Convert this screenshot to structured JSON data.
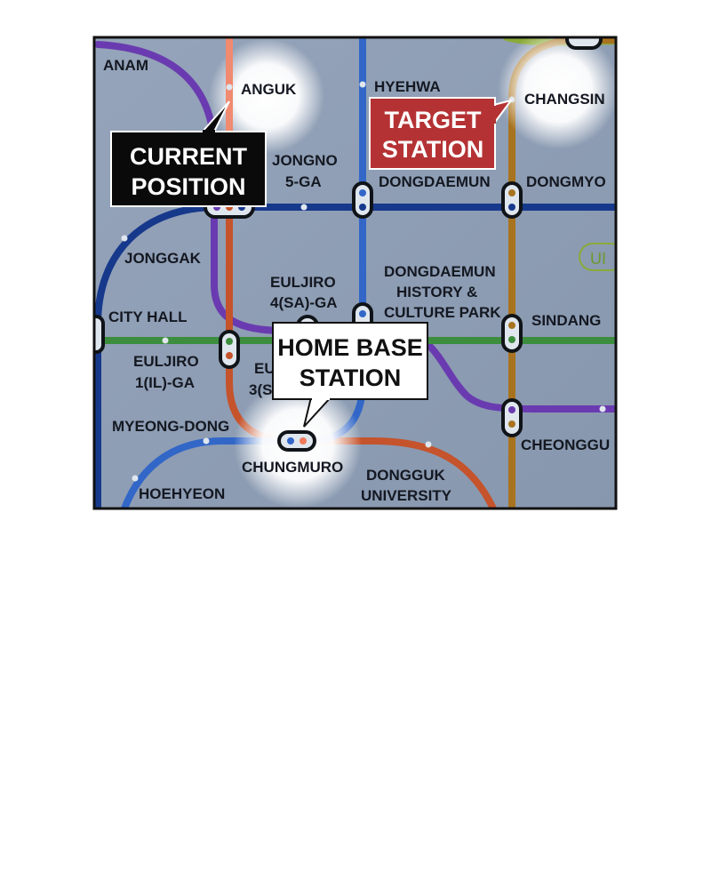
{
  "map": {
    "stations": {
      "anam": "ANAM",
      "anguk": "ANGUK",
      "hyehwa": "HYEHWA",
      "changsin": "CHANGSIN",
      "jongno_1": "JONGNO",
      "jongno_2": "5-GA",
      "dongdaemun": "DONGDAEMUN",
      "dongmyo": "DONGMYO",
      "jonggak": "JONGGAK",
      "euljiro4_1": "EULJIRO",
      "euljiro4_2": "4(SA)-GA",
      "ddp_1": "DONGDAEMUN",
      "ddp_2": "HISTORY &",
      "ddp_3": "CULTURE PARK",
      "city_hall": "CITY HALL",
      "sindang": "SINDANG",
      "euljiro1_1": "EULJIRO",
      "euljiro1_2": "1(IL)-GA",
      "euljiro3_1": "EU",
      "euljiro3_2": "3(S",
      "myeongdong": "MYEONG-DONG",
      "cheonggu": "CHEONGGU",
      "chungmuro": "CHUNGMURO",
      "dongguk_1": "DONGGUK",
      "dongguk_2": "UNIVERSITY",
      "hoehyeon": "HOEHYEON",
      "ui_badge": "UI"
    },
    "callouts": {
      "current_1": "CURRENT",
      "current_2": "POSITION",
      "target_1": "TARGET",
      "target_2": "STATION",
      "home_1": "HOME BASE",
      "home_2": "STATION"
    },
    "colors": {
      "background": "#8e9db3",
      "line_purple": "#6a3bb0",
      "line_navy": "#17398c",
      "line_orange": "#c5532c",
      "line_blue": "#3267c8",
      "line_green": "#3c8d3e",
      "line_brown": "#a8731f",
      "target_red": "#b53234"
    }
  }
}
